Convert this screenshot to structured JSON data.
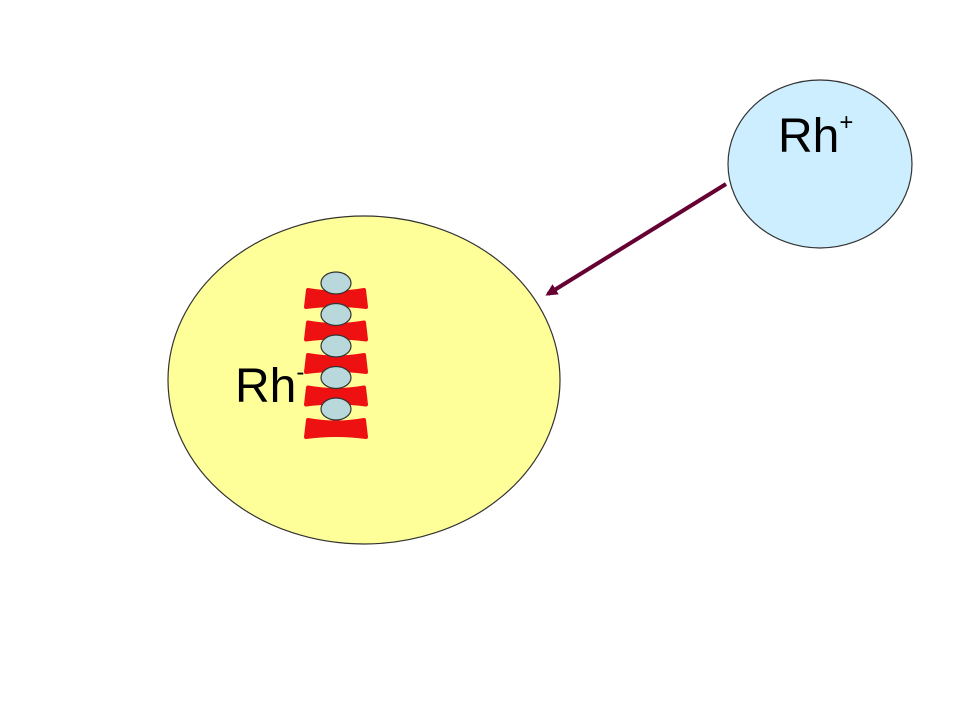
{
  "mother_cell": {
    "base": "Rh",
    "sign": "-",
    "fill": "#ffff99",
    "stroke": "#333333"
  },
  "donor_cell": {
    "base": "Rh",
    "sign": "+",
    "fill": "#cceeff",
    "stroke": "#333333"
  },
  "arrow": {
    "color": "#660033"
  },
  "antibody_stack": {
    "antigen_count": 5,
    "antibody_count": 5,
    "antigen_fill": "#b8d8dc",
    "antibody_fill": "#ee1111"
  }
}
